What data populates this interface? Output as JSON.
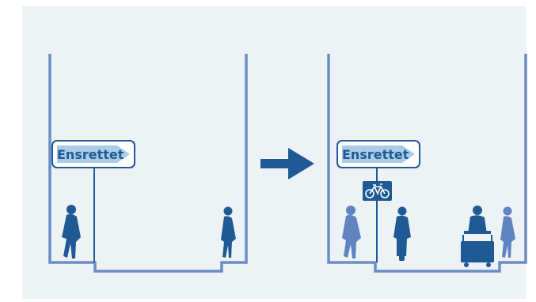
{
  "colors": {
    "panel_bg": "#edf2f5",
    "street": "#6c8cc4",
    "figure_dark": "#1f5a95",
    "figure_light": "#5f84c0",
    "arrow": "#1f5a95",
    "sign_fill": "#a9cde6",
    "sign_border": "#1f5a95",
    "sign_text": "#1f5a95",
    "bike_sign": "#1f5a95"
  },
  "before": {
    "sign": {
      "text": "Ensrettet",
      "icon": "one-way-arrow"
    },
    "figures": [
      "pedestrian-walking",
      "pedestrian-walking"
    ]
  },
  "transition": {
    "icon": "right-arrow"
  },
  "after": {
    "sign": {
      "text": "Ensrettet",
      "icon": "one-way-arrow"
    },
    "bike_sign": {
      "icon": "bicycle-icon"
    },
    "figures": [
      "pedestrian-faded",
      "cyclist",
      "cargo-bike-rider",
      "pedestrian-faded"
    ]
  }
}
